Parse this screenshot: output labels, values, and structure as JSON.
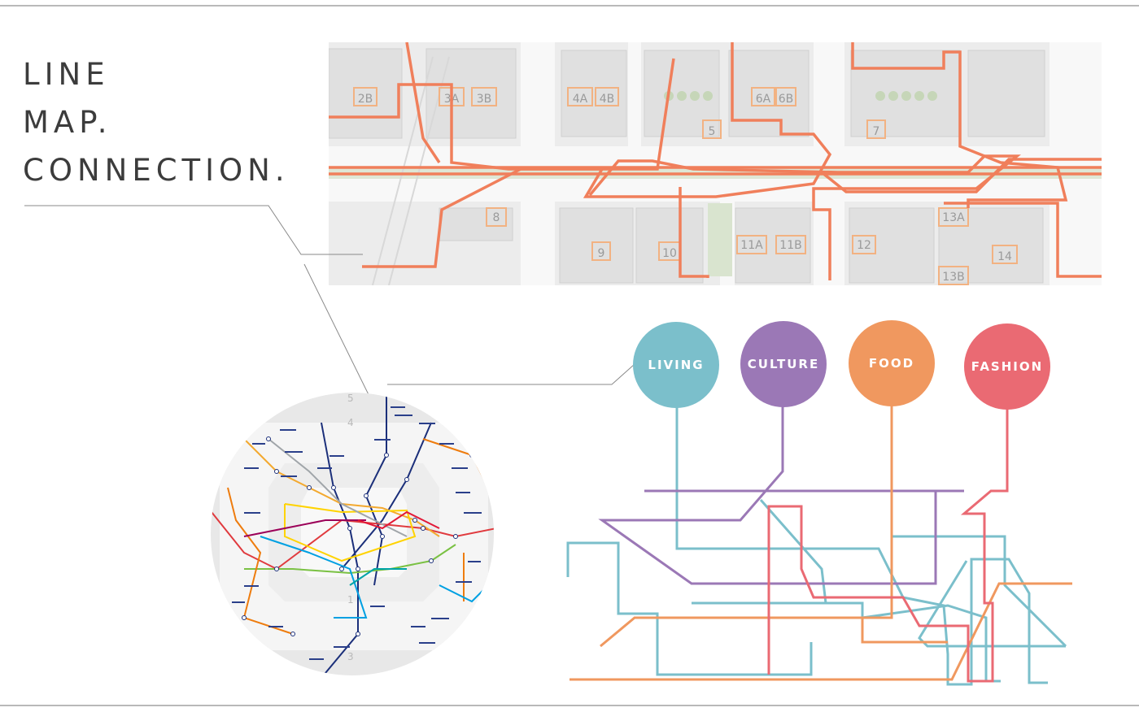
{
  "title": {
    "line1": "LINE",
    "line2": "MAP.",
    "line3": "CONNECTION."
  },
  "site_plan": {
    "block_labels": [
      "2B",
      "3A",
      "3B",
      "4A",
      "4B",
      "5",
      "6A",
      "6B",
      "7",
      "8",
      "9",
      "10",
      "11A",
      "11B",
      "12",
      "13A",
      "13B",
      "14"
    ]
  },
  "tube_map": {
    "zone_numbers": [
      "5",
      "4",
      "3",
      "1"
    ]
  },
  "categories": [
    {
      "id": "living",
      "label": "LIVING",
      "color": "#7bbfcb"
    },
    {
      "id": "culture",
      "label": "CULTURE",
      "color": "#9b78b6"
    },
    {
      "id": "food",
      "label": "FOOD",
      "color": "#f0985f"
    },
    {
      "id": "fashion",
      "label": "FASHION",
      "color": "#ea6a73"
    }
  ],
  "colors": {
    "route_orange": "#f07f5b",
    "rule_grey": "#b9b9b9",
    "title_grey": "#3c3c3c",
    "tube_blue": "#2a3f8a",
    "leader_grey": "#8a8a8a"
  }
}
